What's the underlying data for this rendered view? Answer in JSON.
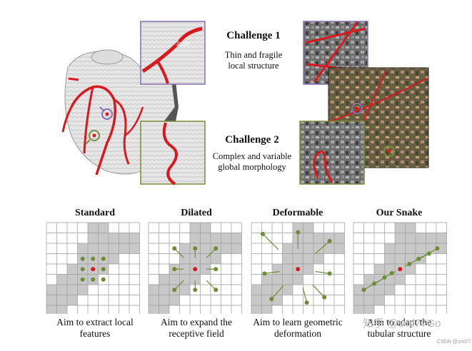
{
  "top": {
    "challenge1": {
      "title": "Challenge 1",
      "desc_line1": "Thin and fragile",
      "desc_line2": "local structure"
    },
    "challenge2": {
      "title": "Challenge 2",
      "desc_line1": "Complex and variable",
      "desc_line2": "global morphology"
    },
    "inset_label": "3mm"
  },
  "panels": [
    {
      "title": "Standard",
      "caption_line1": "Aim to extract local",
      "caption_line2": "features"
    },
    {
      "title": "Dilated",
      "caption_line1": "Aim to expand the",
      "caption_line2": "receptive field"
    },
    {
      "title": "Deformable",
      "caption_line1": "Aim to learn geometric",
      "caption_line2": "deformation"
    },
    {
      "title": "Our Snake",
      "caption_line1": "Aim to adapt the",
      "caption_line2": "tubular structure"
    }
  ],
  "watermark": {
    "main": "知乎 @sml77Go",
    "small": "CSDN @sml77"
  },
  "colors": {
    "vessel_red": "#d71920",
    "point_green": "#6e8c34",
    "center_red": "#d71920",
    "grid_gray": "#c8c8c8",
    "frame_purple": "#8a6fb0",
    "frame_olive": "#7a8c3c"
  }
}
